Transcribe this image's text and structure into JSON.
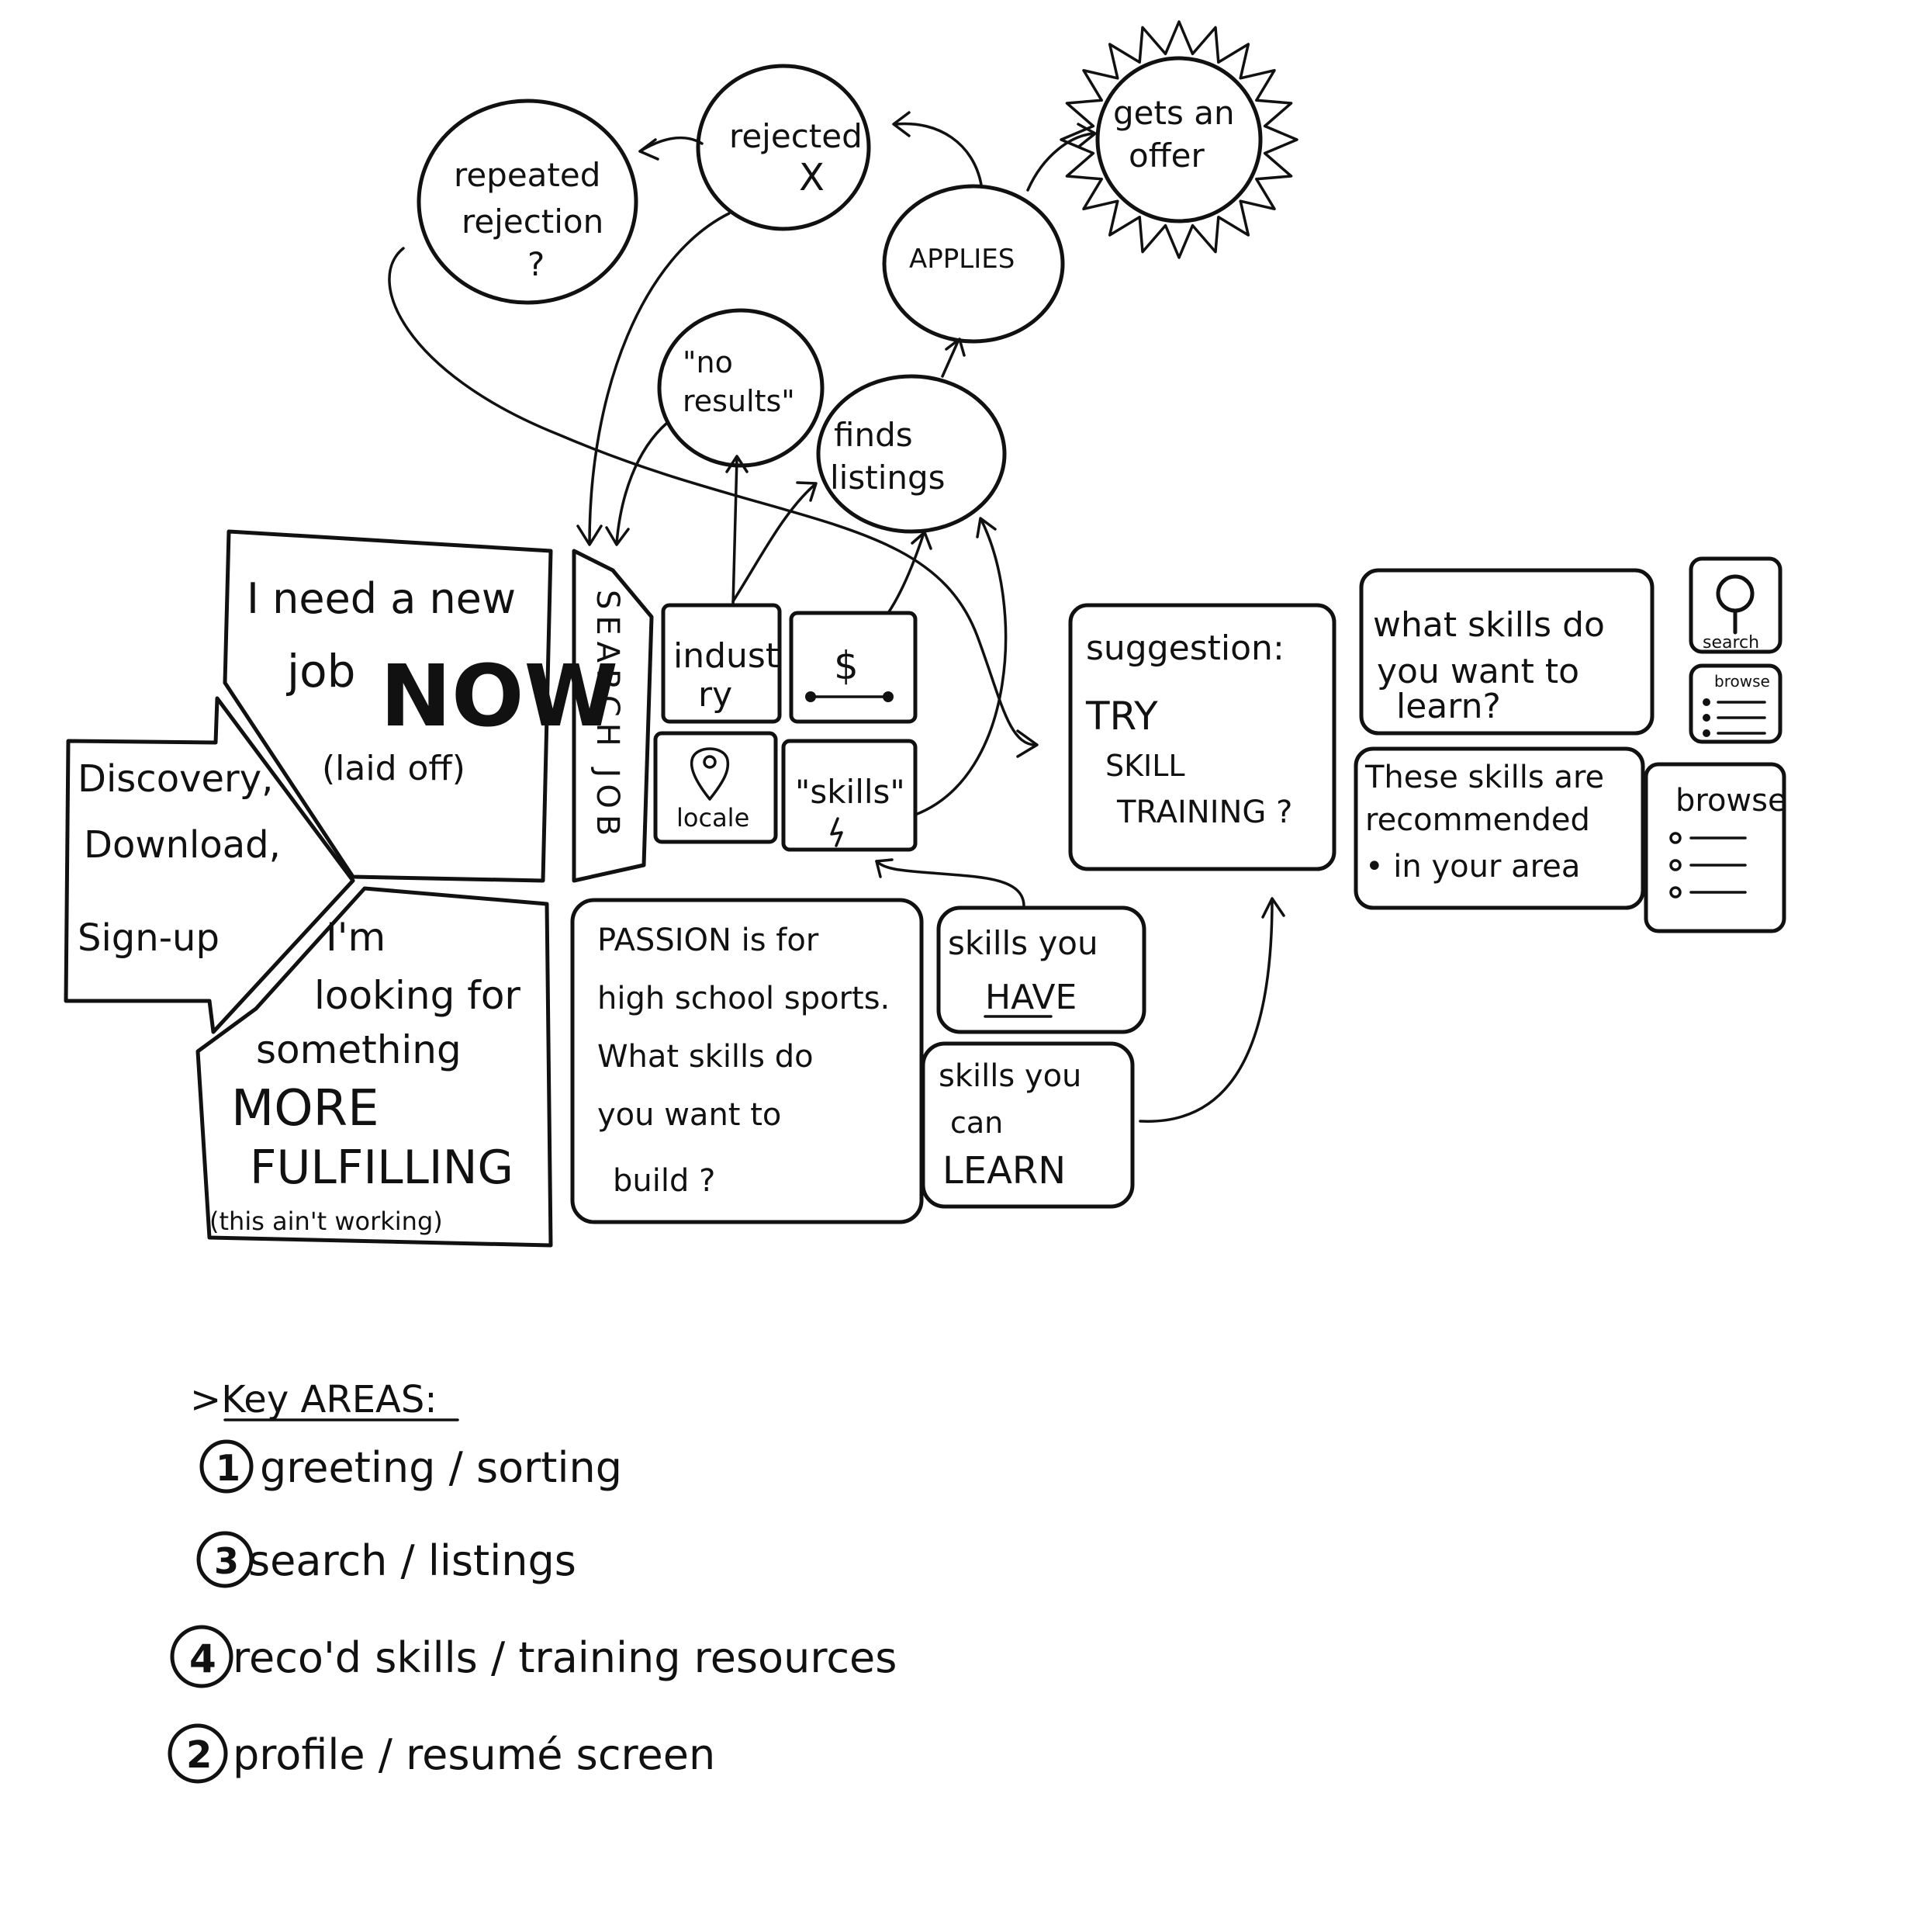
{
  "discovery": {
    "lines": [
      "Discovery,",
      "Download,",
      "Sign-up"
    ]
  },
  "need_job": {
    "line1": "I need a new",
    "line2": "job",
    "now": "NOW",
    "note": "(laid off)"
  },
  "fulfilling": {
    "lines": [
      "I'm",
      "looking for",
      "something"
    ],
    "more": "MORE",
    "fulfilling": "FULFILLING",
    "note": "(this ain't working)"
  },
  "search_job": {
    "label": "SEARCH JOB"
  },
  "tiles": {
    "industry": [
      "indust",
      "ry"
    ],
    "salary_symbol": "$",
    "locale": "locale",
    "skills": "\"skills\""
  },
  "passion": {
    "lines": [
      "PASSION is for",
      "high school sports.",
      "What skills do",
      "you want to",
      "build ?"
    ]
  },
  "skills_have": {
    "lines": [
      "skills you",
      "HAVE"
    ]
  },
  "skills_learn": {
    "lines": [
      "skills you",
      "can",
      "LEARN"
    ]
  },
  "suggestion": {
    "lines": [
      "suggestion:",
      "TRY",
      "SKILL",
      "TRAINING ?"
    ]
  },
  "what_skills": {
    "lines": [
      "what skills do",
      "you want to",
      "learn?"
    ]
  },
  "recommended": {
    "lines": [
      "These skills are",
      "recommended",
      "• in your area"
    ]
  },
  "search_icon_label": "search",
  "browse_small_label": "browse",
  "browse_label": "browse",
  "bubbles": {
    "repeated": [
      "repeated",
      "rejection",
      "?"
    ],
    "rejected": [
      "rejected",
      "X"
    ],
    "offer": [
      "gets an",
      "offer"
    ],
    "applies": "APPLIES",
    "no_results": [
      "\"no",
      "results\""
    ],
    "finds": [
      "finds",
      "listings"
    ]
  },
  "key": {
    "title": ">Key AREAS:",
    "items": [
      {
        "num": "1",
        "text": "greeting / sorting"
      },
      {
        "num": "3",
        "text": "search / listings"
      },
      {
        "num": "4",
        "text": "reco'd   skills / training resources"
      },
      {
        "num": "2",
        "text": "profile / resumé   screen"
      }
    ]
  }
}
